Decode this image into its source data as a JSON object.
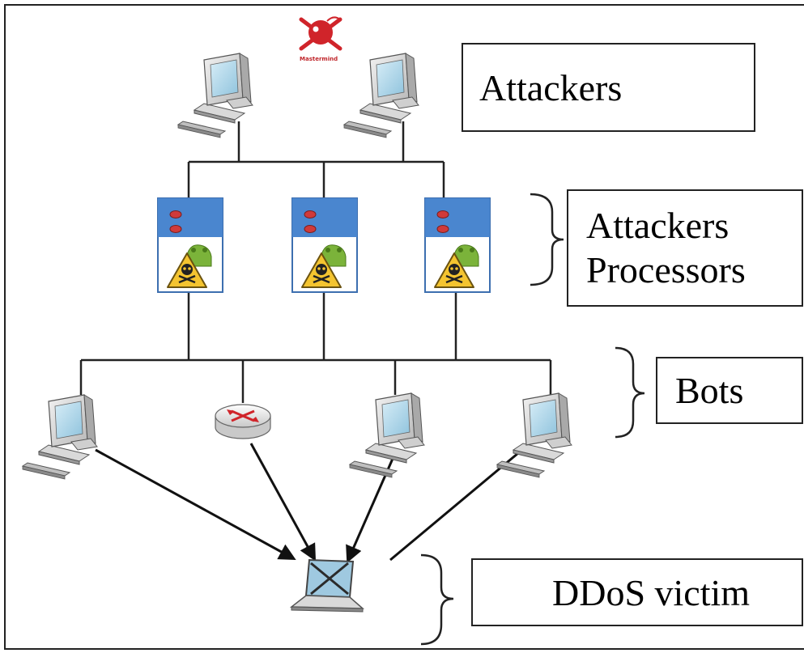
{
  "labels": {
    "attackers": "Attackers",
    "processors_line1": "Attackers",
    "processors_line2": "Processors",
    "bots": "Bots",
    "victim": "DDoS victim",
    "mastermind": "Mastermind"
  },
  "icons": {
    "attacker_computers": [
      "computer-icon",
      "computer-icon"
    ],
    "mastermind": "skull-bomb-icon",
    "processors": [
      "server-icon",
      "server-icon",
      "server-icon"
    ],
    "bots": [
      "computer-icon",
      "router-icon",
      "computer-icon",
      "computer-icon"
    ],
    "victim": "laptop-icon"
  },
  "colors": {
    "server_blue": "#4a86cf",
    "warning_yellow": "#f4c430",
    "mastermind_red": "#d0242a",
    "line": "#222222"
  }
}
